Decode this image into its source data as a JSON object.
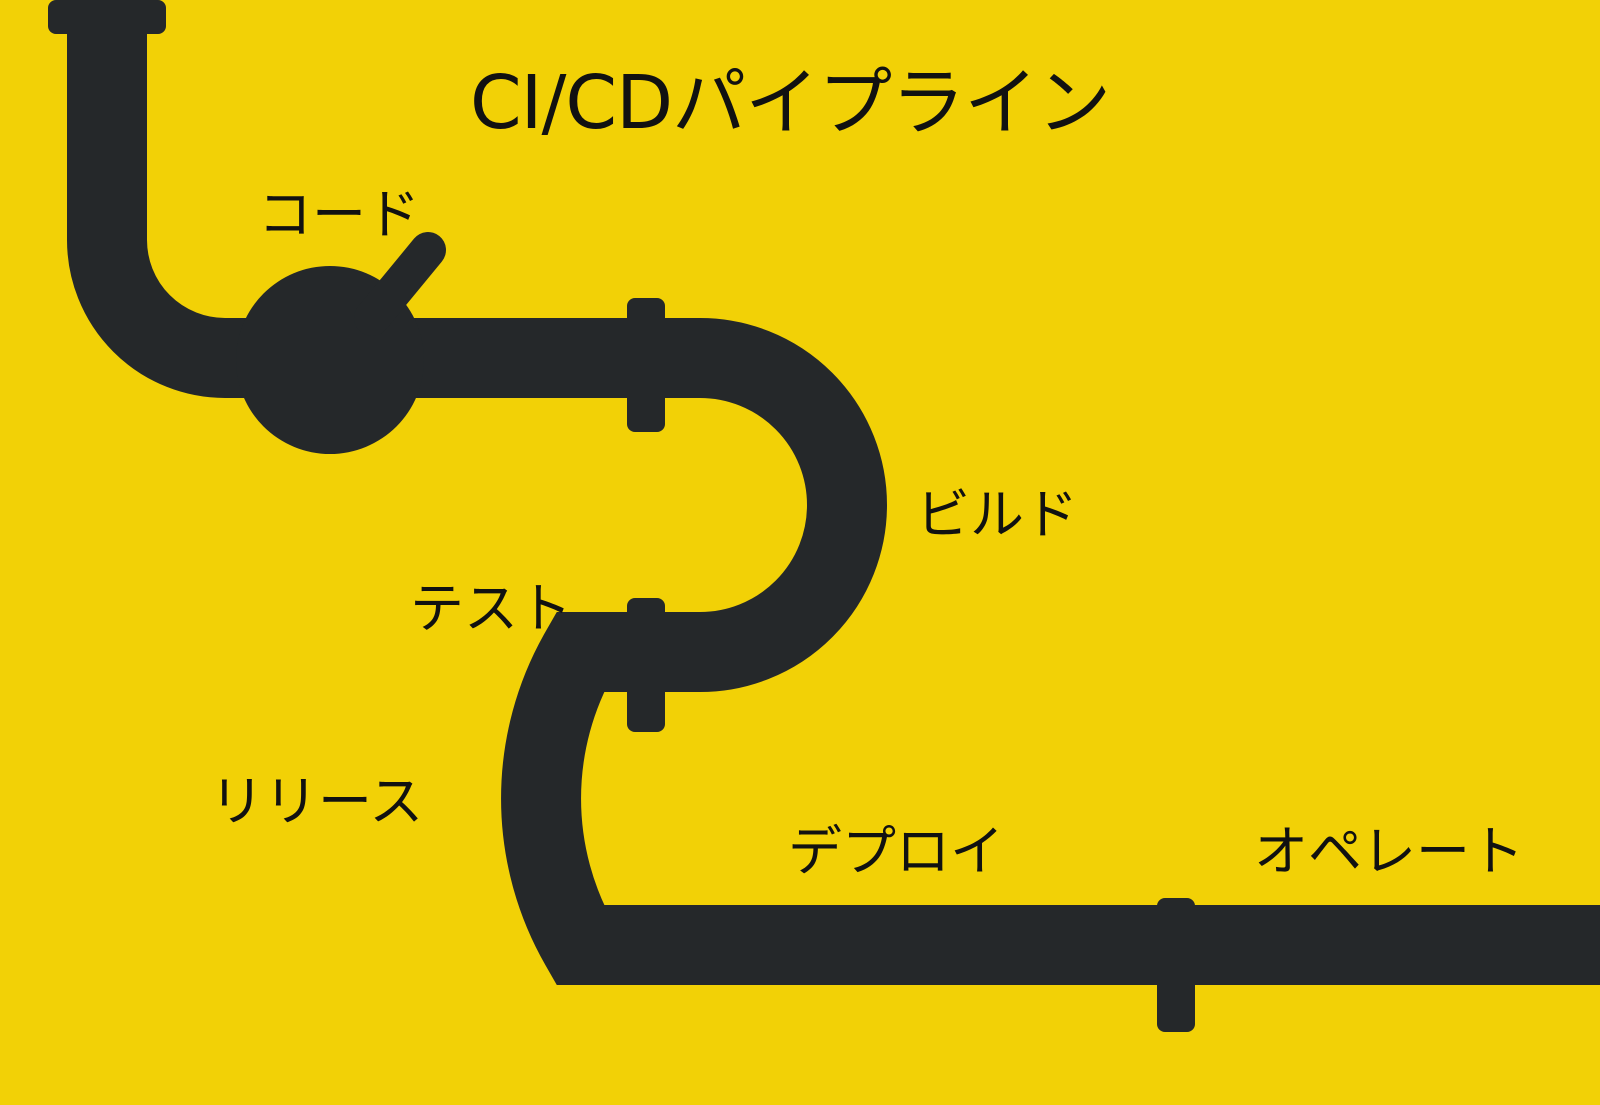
{
  "colors": {
    "background": "#F2D106",
    "pipe": "#25282A",
    "text": "#111111"
  },
  "title": "CI/CDパイプライン",
  "stages": [
    {
      "id": "code",
      "label": "コード"
    },
    {
      "id": "build",
      "label": "ビルド"
    },
    {
      "id": "test",
      "label": "テスト"
    },
    {
      "id": "release",
      "label": "リリース"
    },
    {
      "id": "deploy",
      "label": "デプロイ"
    },
    {
      "id": "operate",
      "label": "オペレート"
    }
  ]
}
